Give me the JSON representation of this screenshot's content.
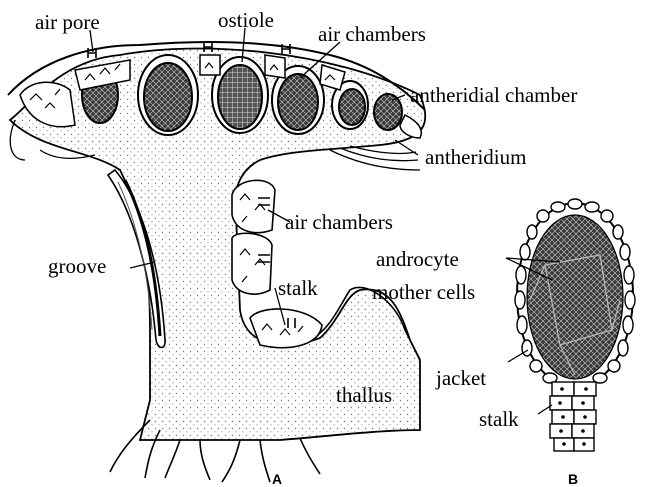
{
  "labels": {
    "air_pore": "air pore",
    "ostiole": "ostiole",
    "air_chambers_top": "air chambers",
    "antheridial_chamber": "antheridial chamber",
    "antheridium": "antheridium",
    "air_chambers_side": "air chambers",
    "groove": "groove",
    "stalk_a": "stalk",
    "thallus": "thallus",
    "androcyte_line1": "androcyte",
    "androcyte_line2": "mother cells",
    "jacket": "jacket",
    "stalk_b": "stalk"
  },
  "figure_letters": {
    "a": "A",
    "b": "B"
  },
  "colors": {
    "ink": "#000000",
    "paper": "#ffffff",
    "stipple": "#8a8a8a",
    "cell_fill": "#2a2a2a"
  }
}
